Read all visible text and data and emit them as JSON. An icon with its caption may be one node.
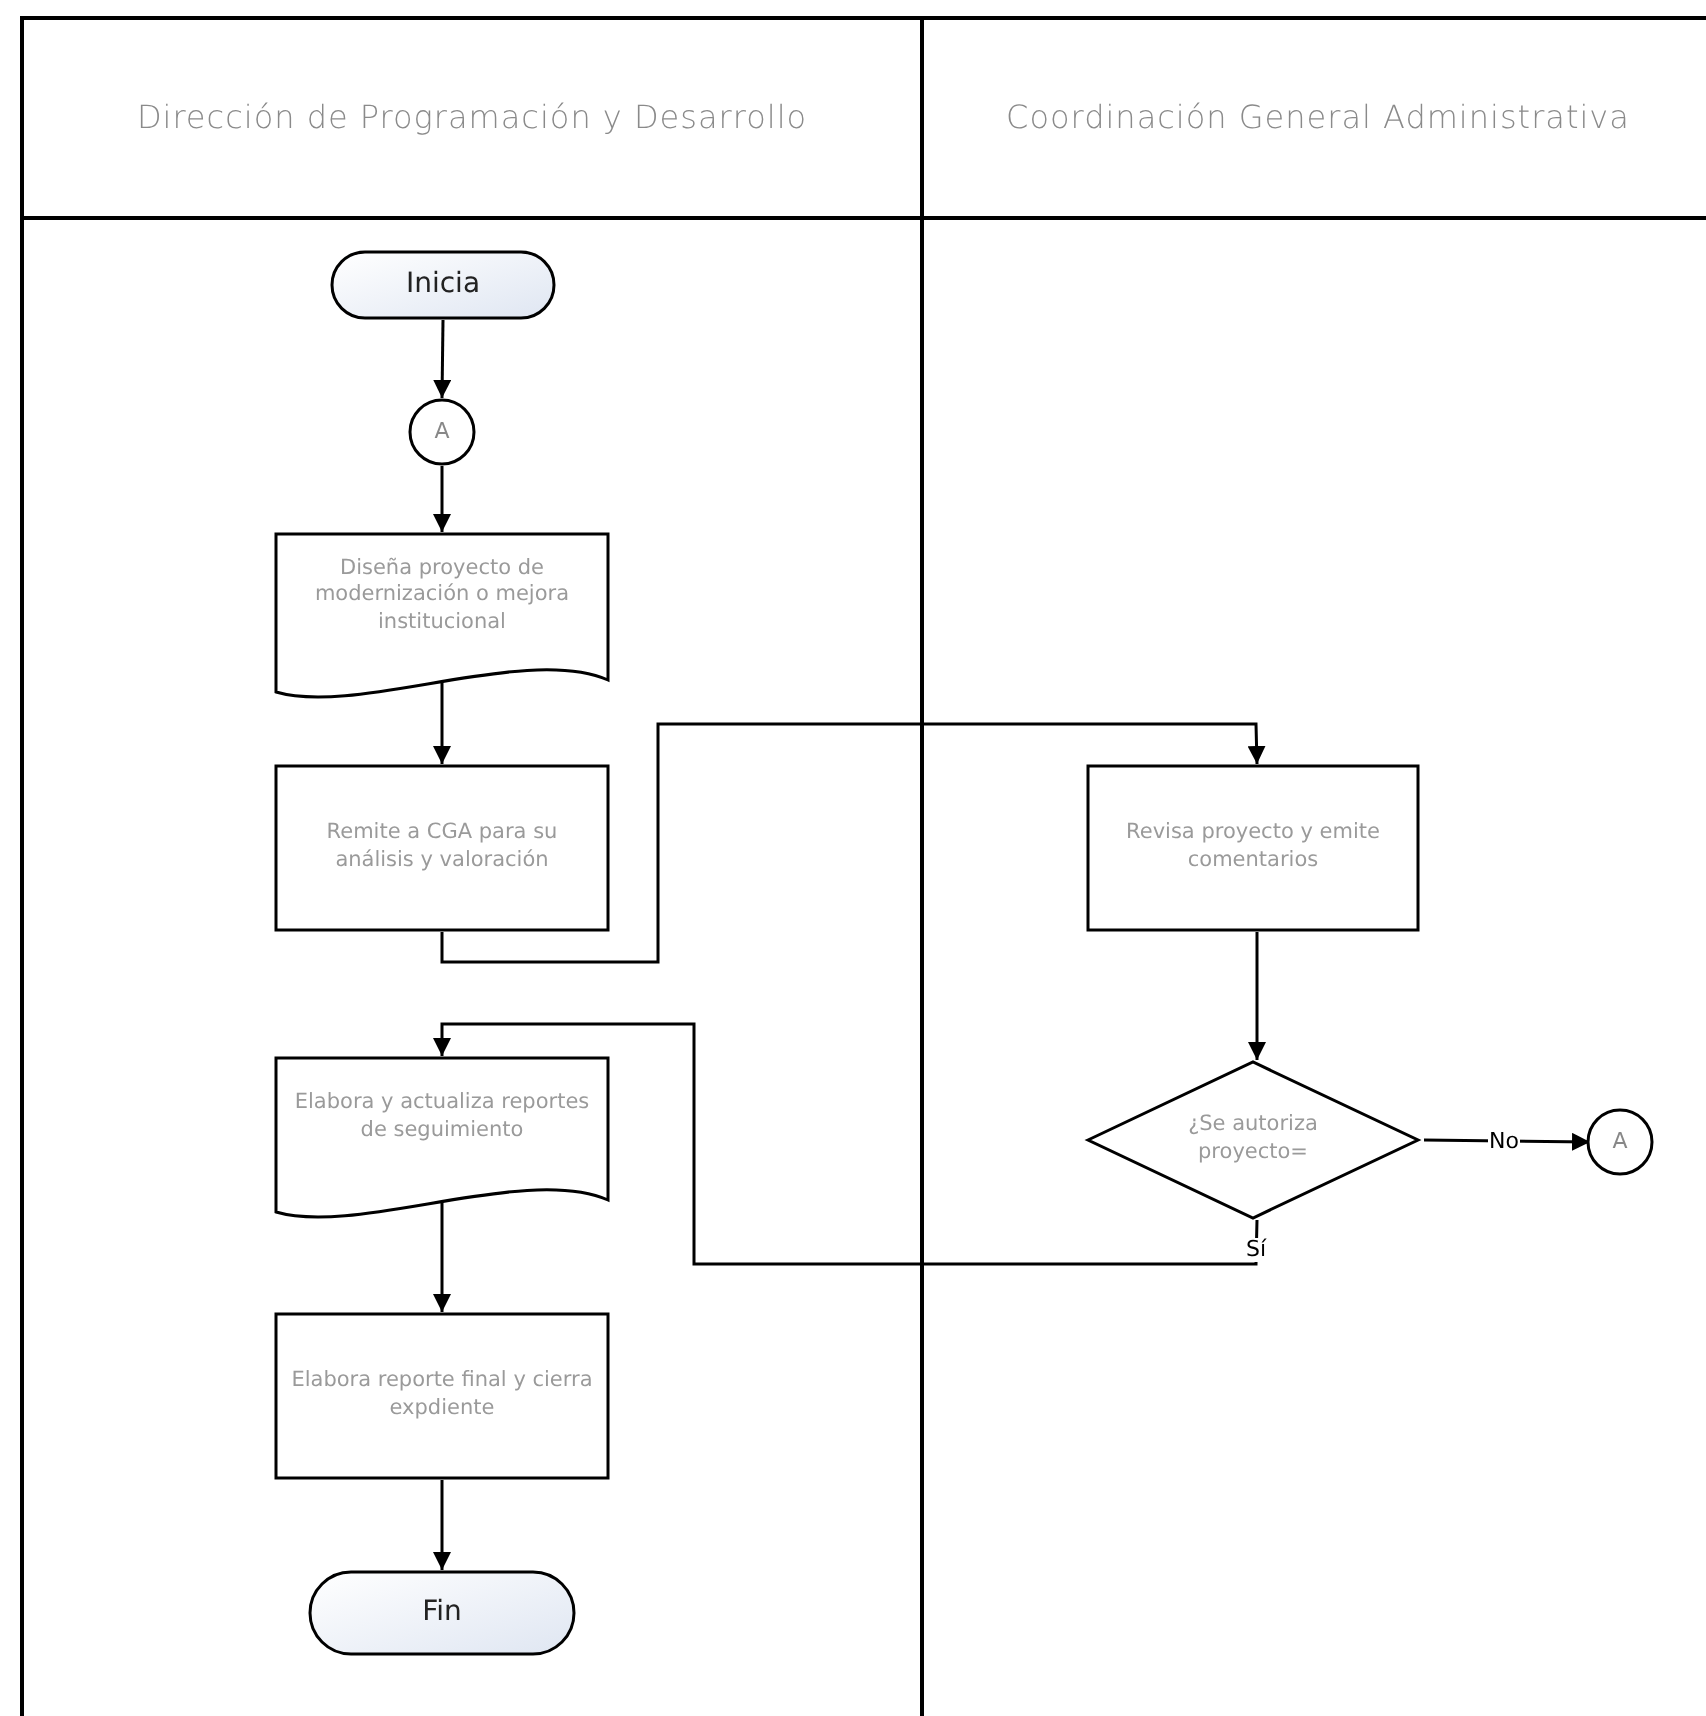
{
  "diagram": {
    "nodes": [
      {
        "text": [
          "Dirección de Programación y Desarrollo"
        ]
      },
      {
        "text": [
          "Coordinación General Administrativa"
        ]
      },
      {
        "text": [
          "Inicia"
        ],
        "in": 0
      },
      {
        "text": [
          "A"
        ],
        "in": 0
      },
      {
        "text": [
          "Diseña proyecto de modernización o mejora institucional"
        ],
        "in": 0
      },
      {
        "text": [
          "Remite a CGA para su análisis y valoración"
        ],
        "in": 0
      },
      {
        "text": [
          "Elabora y actualiza reportes de seguimiento"
        ],
        "in": 0
      },
      {
        "text": [
          "Elabora reporte final y cierra expdiente"
        ],
        "in": 0
      },
      {
        "text": [
          "Fin"
        ],
        "in": 0
      },
      {
        "text": [
          "Revisa proyecto y emite comentarios"
        ],
        "in": 1
      },
      {
        "text": [
          "¿Se autoriza proyecto="
        ],
        "in": 1
      },
      {
        "text": [
          "A"
        ],
        "in": 1
      }
    ],
    "edges": [
      {
        "from": 2,
        "to": 3,
        "arrow": "to"
      },
      {
        "from": 3,
        "to": 4,
        "arrow": "to"
      },
      {
        "from": 4,
        "to": 5,
        "arrow": "to"
      },
      {
        "from": 5,
        "to": 9,
        "arrow": "to"
      },
      {
        "from": 9,
        "to": 10,
        "arrow": "to"
      },
      {
        "from": 10,
        "to": 11,
        "arrow": "to",
        "label": "No"
      },
      {
        "from": 10,
        "to": 6,
        "arrow": "to",
        "label": "Sí"
      },
      {
        "from": 6,
        "to": 7,
        "arrow": "to"
      },
      {
        "from": 7,
        "to": 8,
        "arrow": "to"
      }
    ]
  }
}
